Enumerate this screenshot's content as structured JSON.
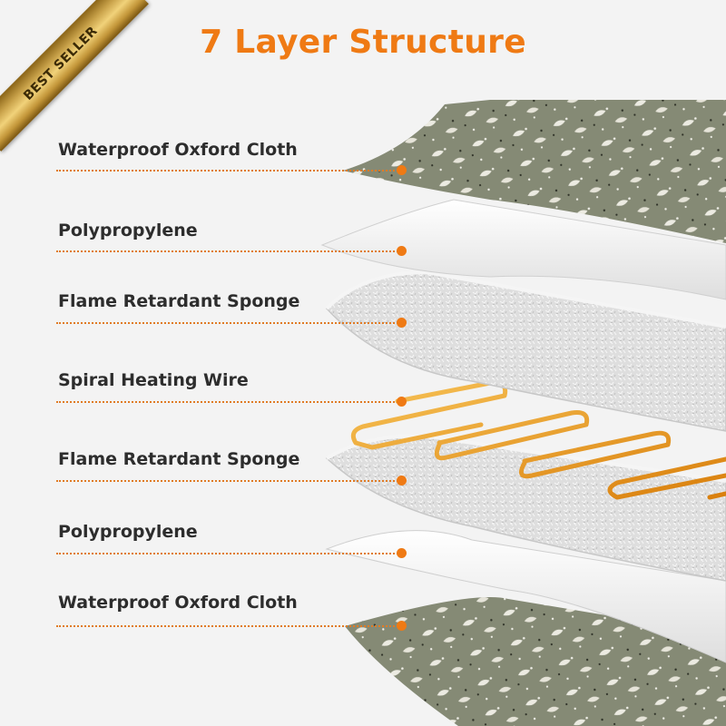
{
  "badge": {
    "text": "BEST SELLER"
  },
  "title": "7 Layer Structure",
  "layers": [
    {
      "label": "Waterproof Oxford Cloth",
      "kind": "fabric"
    },
    {
      "label": "Polypropylene",
      "kind": "film"
    },
    {
      "label": "Flame Retardant Sponge",
      "kind": "sponge"
    },
    {
      "label": "Spiral Heating Wire",
      "kind": "wire"
    },
    {
      "label": "Flame Retardant Sponge",
      "kind": "sponge"
    },
    {
      "label": "Polypropylene",
      "kind": "film"
    },
    {
      "label": "Waterproof Oxford Cloth",
      "kind": "fabric"
    }
  ],
  "colors": {
    "accent": "#ef7a14",
    "fabric": "#8a8f7b",
    "film": "#fbfbfb",
    "sponge": "#dcdcdc",
    "wire": "#f0a21e"
  }
}
